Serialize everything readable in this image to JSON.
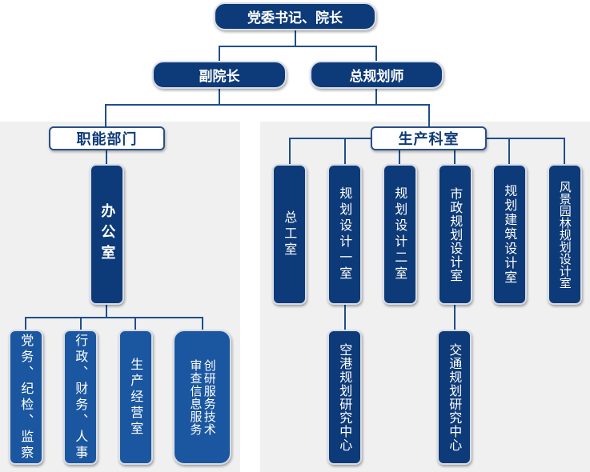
{
  "top": "党委书记、院长",
  "vice_president": "副院长",
  "chief_planner": "总规划师",
  "functional": {
    "title": "职能部门",
    "office": "办公室",
    "units": [
      "党务、纪检、监察",
      "行政、财务、人事",
      "生产经营室",
      "创研服务技术审查信息服务"
    ]
  },
  "production": {
    "title": "生产科室",
    "units": [
      "总工室",
      "规划设计一室",
      "规划设计二室",
      "市政规划设计室",
      "规划建筑设计室",
      "风景园林规划设计室"
    ],
    "sub_units": [
      "空港规划研究中心",
      "交通规划研究中心"
    ]
  },
  "colors": {
    "navy": "#0d3a78",
    "blue": "#1a57a0",
    "panel": "#f0f0f0"
  }
}
